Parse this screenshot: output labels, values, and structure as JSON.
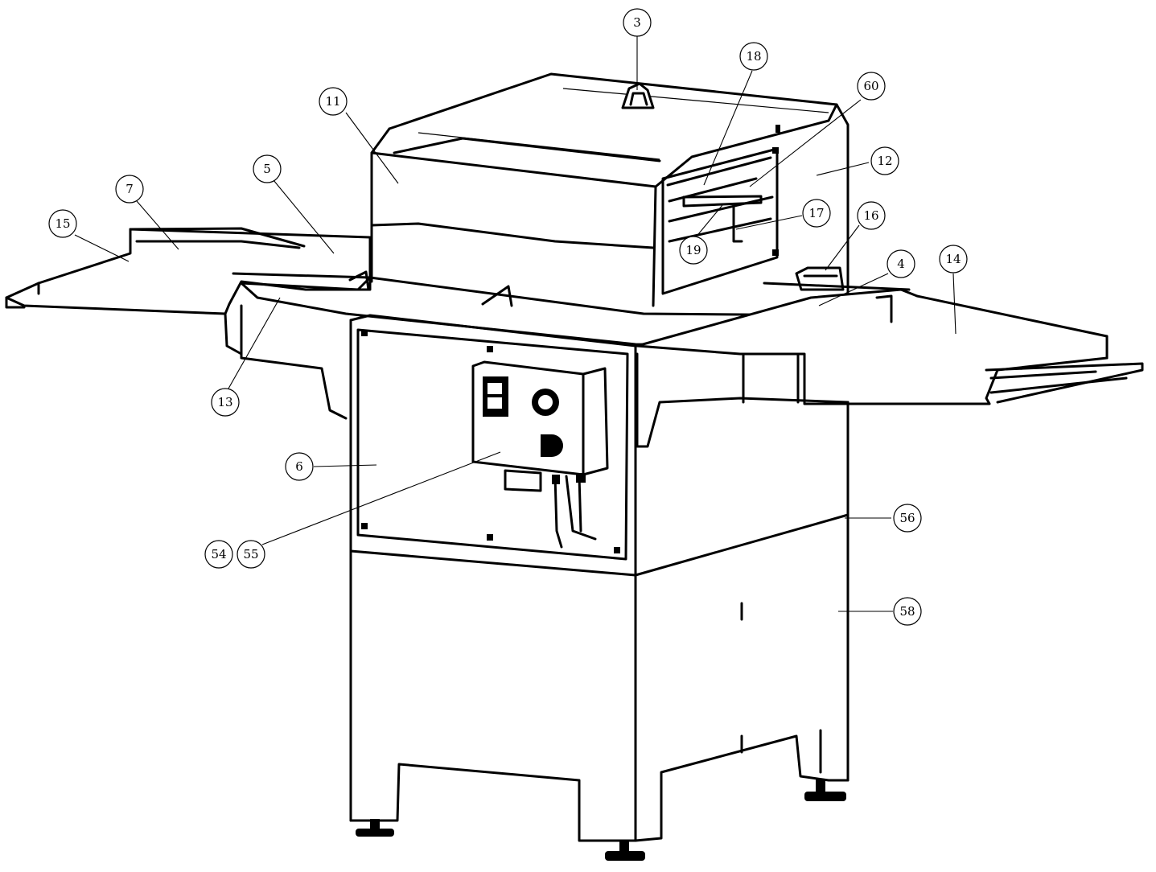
{
  "colors": {
    "line": "#000000",
    "background": "#ffffff"
  },
  "callouts": {
    "c3": "3",
    "c4": "4",
    "c5": "5",
    "c6": "6",
    "c7": "7",
    "c11": "11",
    "c12": "12",
    "c13": "13",
    "c14": "14",
    "c15": "15",
    "c16": "16",
    "c17": "17",
    "c18": "18",
    "c19": "19",
    "c54": "54",
    "c55": "55",
    "c56": "56",
    "c58": "58",
    "c60": "60"
  }
}
